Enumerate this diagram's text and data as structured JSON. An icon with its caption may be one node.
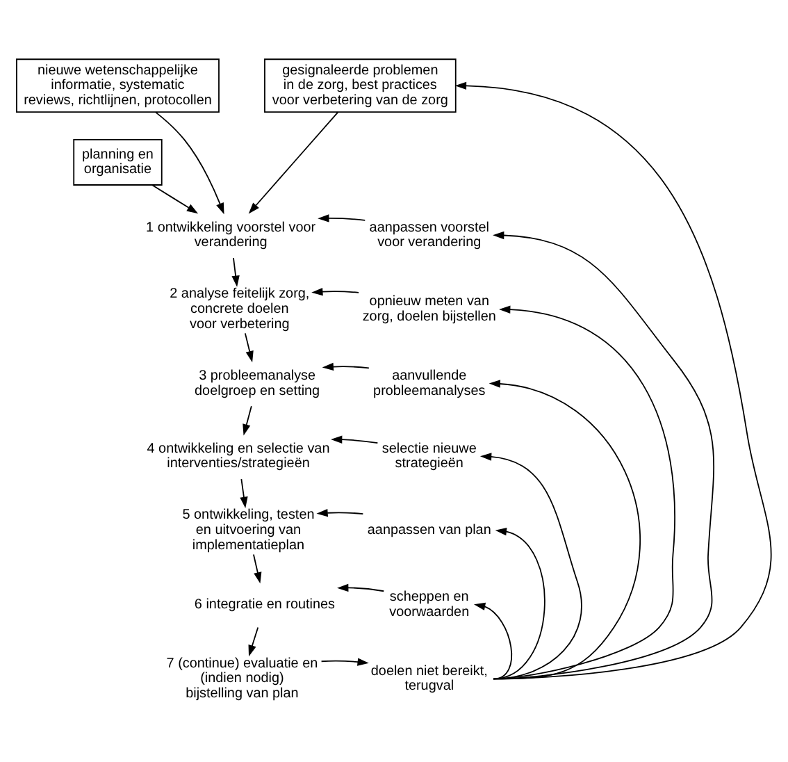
{
  "diagram": {
    "nodes": [
      {
        "text": [
          "nieuwe wetenschappelijke informatie, systematic reviews, richtlijnen, protocollen"
        ]
      },
      {
        "text": [
          "gesignaleerde problemen in de zorg, best practices voor verbetering van de zorg"
        ]
      },
      {
        "text": [
          "planning en organisatie"
        ]
      },
      {
        "text": [
          "1 ontwikkeling voorstel voor verandering"
        ]
      },
      {
        "text": [
          "aanpassen voorstel voor verandering"
        ]
      },
      {
        "text": [
          "2 analyse feitelijk zorg, concrete doelen voor verbetering"
        ]
      },
      {
        "text": [
          "opnieuw meten van zorg, doelen bijstellen"
        ]
      },
      {
        "text": [
          "3 probleemanalyse doelgroep en setting"
        ]
      },
      {
        "text": [
          "aanvullende probleemanalyses"
        ]
      },
      {
        "text": [
          "4 ontwikkeling en selectie van interventies/strategieën"
        ]
      },
      {
        "text": [
          "selectie nieuwe strategieën"
        ]
      },
      {
        "text": [
          "5 ontwikkeling, testen en uitvoering van implementatieplan"
        ]
      },
      {
        "text": [
          "aanpassen van plan"
        ]
      },
      {
        "text": [
          "6 integratie en routines"
        ]
      },
      {
        "text": [
          "scheppen en voorwaarden"
        ]
      },
      {
        "text": [
          "7 (continue) evaluatie en (indien nodig) bijstelling van plan"
        ]
      },
      {
        "text": [
          "doelen niet bereikt, terugval"
        ]
      }
    ],
    "edges": [
      {
        "from": 0,
        "to": 3,
        "arrow": "to"
      },
      {
        "from": 1,
        "to": 3,
        "arrow": "to"
      },
      {
        "from": 2,
        "to": 3,
        "arrow": "to"
      },
      {
        "from": 3,
        "to": 5,
        "arrow": "to"
      },
      {
        "from": 5,
        "to": 7,
        "arrow": "to"
      },
      {
        "from": 7,
        "to": 9,
        "arrow": "to"
      },
      {
        "from": 9,
        "to": 11,
        "arrow": "to"
      },
      {
        "from": 11,
        "to": 13,
        "arrow": "to"
      },
      {
        "from": 13,
        "to": 15,
        "arrow": "to"
      },
      {
        "from": 4,
        "to": 3,
        "arrow": "to"
      },
      {
        "from": 6,
        "to": 5,
        "arrow": "to"
      },
      {
        "from": 8,
        "to": 7,
        "arrow": "to"
      },
      {
        "from": 10,
        "to": 9,
        "arrow": "to"
      },
      {
        "from": 12,
        "to": 11,
        "arrow": "to"
      },
      {
        "from": 14,
        "to": 13,
        "arrow": "to"
      },
      {
        "from": 15,
        "to": 16,
        "arrow": "to"
      },
      {
        "from": 16,
        "to": 1,
        "arrow": "to"
      },
      {
        "from": 16,
        "to": 4,
        "arrow": "to"
      },
      {
        "from": 16,
        "to": 6,
        "arrow": "to"
      },
      {
        "from": 16,
        "to": 8,
        "arrow": "to"
      },
      {
        "from": 16,
        "to": 10,
        "arrow": "to"
      },
      {
        "from": 16,
        "to": 12,
        "arrow": "to"
      },
      {
        "from": 16,
        "to": 14,
        "arrow": "to"
      }
    ]
  }
}
